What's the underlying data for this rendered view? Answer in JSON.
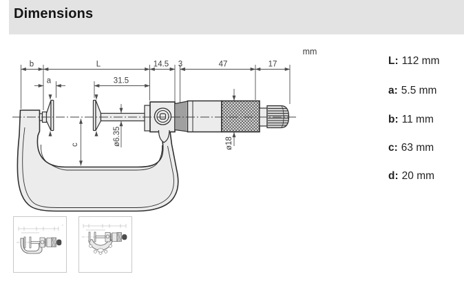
{
  "header": {
    "title": "Dimensions"
  },
  "drawing": {
    "unit": "mm",
    "dims": {
      "b": "b",
      "L": "L",
      "d145": "14.5",
      "d3": "3",
      "d47": "47",
      "d17": "17",
      "a": "a",
      "d315": "31.5",
      "dia_spindle": "ø6.35",
      "dia_thimble": "ø18",
      "c": "c"
    }
  },
  "dimension_list": {
    "items": [
      {
        "label": "L:",
        "value": "112 mm"
      },
      {
        "label": "a:",
        "value": "5.5 mm"
      },
      {
        "label": "b:",
        "value": "11 mm"
      },
      {
        "label": "c:",
        "value": "63 mm"
      },
      {
        "label": "d:",
        "value": "20 mm"
      }
    ]
  },
  "colors": {
    "header_bg": "#e3e3e3",
    "outline": "#2f2f2f",
    "dim_line": "#4d4d4d",
    "body_fill": "#ececec",
    "ratchet_fill": "#d6d6d6"
  },
  "thumbnails": [
    {
      "name": "disc micrometer variant 1"
    },
    {
      "name": "disc micrometer variant 2"
    }
  ]
}
